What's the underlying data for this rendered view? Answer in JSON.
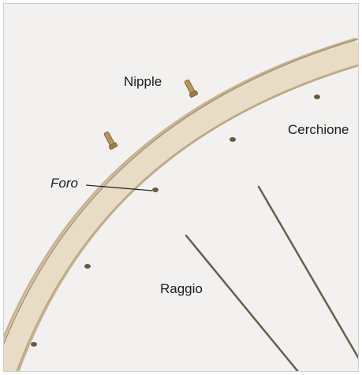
{
  "labels": {
    "nipple": "Nipple",
    "rim": "Cerchione",
    "hole": "Foro",
    "spoke": "Raggio"
  },
  "colors": {
    "background": "#f2f1f0",
    "rim_face": "#e8dcc6",
    "rim_edge": "#c5b393",
    "hole": "#6b5a3b",
    "spoke": "#6a5d48",
    "nipple_brass": "#b8965a",
    "text": "#1c1c1c"
  }
}
